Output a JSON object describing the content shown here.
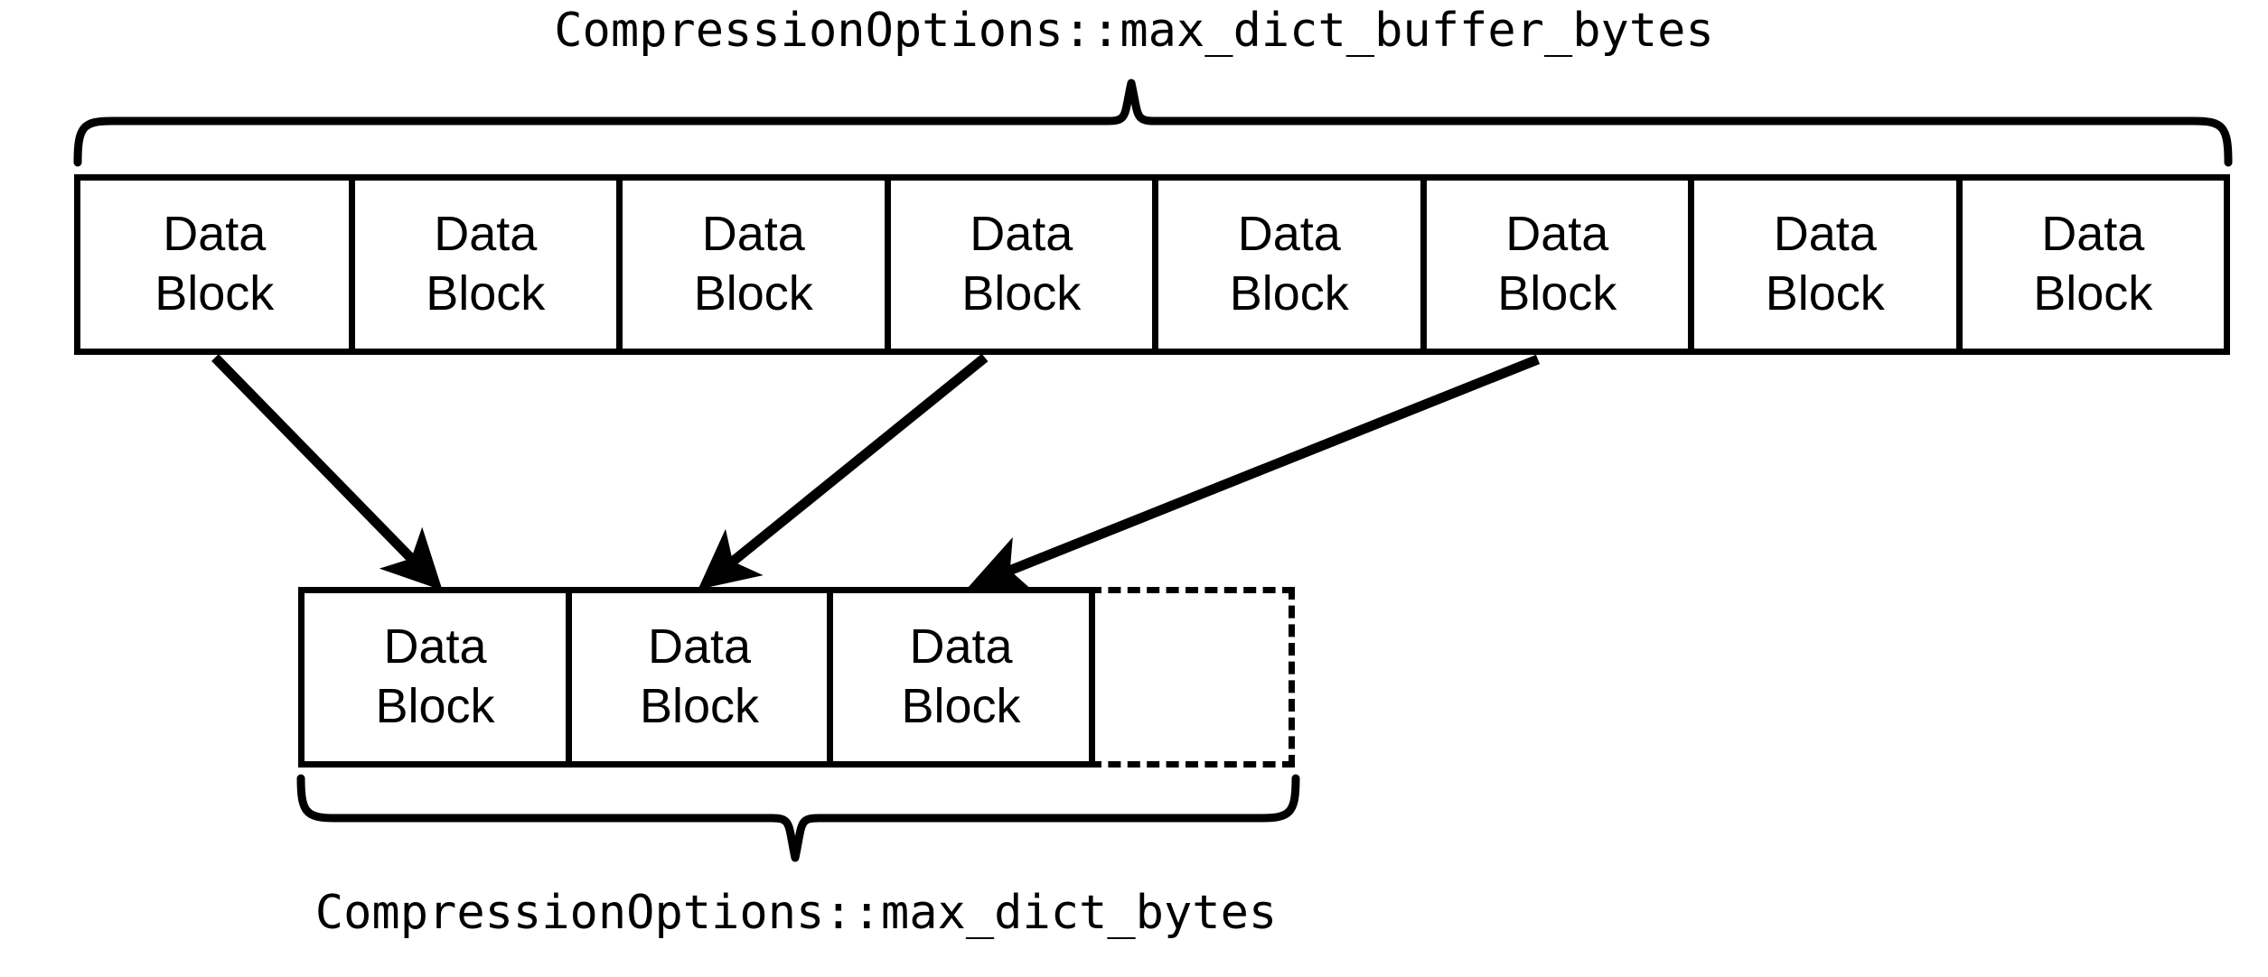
{
  "diagram": {
    "title_top": "CompressionOptions::max_dict_buffer_bytes",
    "title_bottom": "CompressionOptions::max_dict_bytes",
    "stroke_color": "#000000",
    "background_color": "#ffffff",
    "block_label_line1": "Data",
    "block_label_line2": "Block",
    "top_row": {
      "brace_label": "CompressionOptions::max_dict_buffer_bytes",
      "block_count": 8,
      "blocks": [
        {
          "line1": "Data",
          "line2": "Block"
        },
        {
          "line1": "Data",
          "line2": "Block"
        },
        {
          "line1": "Data",
          "line2": "Block"
        },
        {
          "line1": "Data",
          "line2": "Block"
        },
        {
          "line1": "Data",
          "line2": "Block"
        },
        {
          "line1": "Data",
          "line2": "Block"
        },
        {
          "line1": "Data",
          "line2": "Block"
        },
        {
          "line1": "Data",
          "line2": "Block"
        }
      ]
    },
    "bottom_row": {
      "brace_label": "CompressionOptions::max_dict_bytes",
      "block_count": 3,
      "empty_slot_count": 1,
      "blocks": [
        {
          "line1": "Data",
          "line2": "Block"
        },
        {
          "line1": "Data",
          "line2": "Block"
        },
        {
          "line1": "Data",
          "line2": "Block"
        }
      ]
    },
    "arrows": [
      {
        "name": "arrow-block1-to-dict1",
        "from_block_index": 0,
        "to_block_index": 0
      },
      {
        "name": "arrow-block4-to-dict2",
        "from_block_index": 3,
        "to_block_index": 1
      },
      {
        "name": "arrow-block6-to-dict3",
        "from_block_index": 5,
        "to_block_index": 2
      }
    ]
  }
}
